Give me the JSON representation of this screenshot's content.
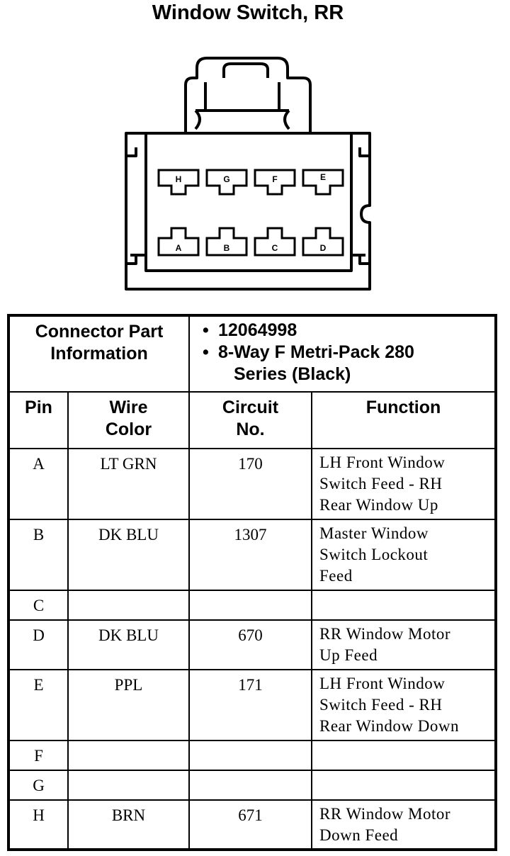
{
  "title": "Window Switch, RR",
  "connector_cavities": {
    "top_row": [
      "H",
      "G",
      "F",
      "E"
    ],
    "bottom_row": [
      "A",
      "B",
      "C",
      "D"
    ]
  },
  "connector_info": {
    "label_line1": "Connector Part",
    "label_line2": "Information",
    "part_number": "12064998",
    "description_line1": "8-Way F Metri-Pack 280",
    "description_line2": "Series (Black)"
  },
  "columns": {
    "pin": "Pin",
    "wire_line1": "Wire",
    "wire_line2": "Color",
    "circuit_line1": "Circuit",
    "circuit_line2": "No.",
    "function": "Function"
  },
  "rows": [
    {
      "pin": "A",
      "wire": "LT GRN",
      "circuit": "170",
      "function": [
        "LH Front Window",
        "Switch Feed - RH",
        "Rear Window Up"
      ]
    },
    {
      "pin": "B",
      "wire": "DK BLU",
      "circuit": "1307",
      "function": [
        "Master Window",
        "Switch Lockout",
        "Feed"
      ]
    },
    {
      "pin": "C",
      "wire": "",
      "circuit": "",
      "function": []
    },
    {
      "pin": "D",
      "wire": "DK BLU",
      "circuit": "670",
      "function": [
        "RR Window Motor",
        "Up Feed"
      ]
    },
    {
      "pin": "E",
      "wire": "PPL",
      "circuit": "171",
      "function": [
        "LH Front Window",
        "Switch Feed - RH",
        "Rear Window Down"
      ]
    },
    {
      "pin": "F",
      "wire": "",
      "circuit": "",
      "function": []
    },
    {
      "pin": "G",
      "wire": "",
      "circuit": "",
      "function": []
    },
    {
      "pin": "H",
      "wire": "BRN",
      "circuit": "671",
      "function": [
        "RR Window Motor",
        "Down Feed"
      ]
    }
  ]
}
